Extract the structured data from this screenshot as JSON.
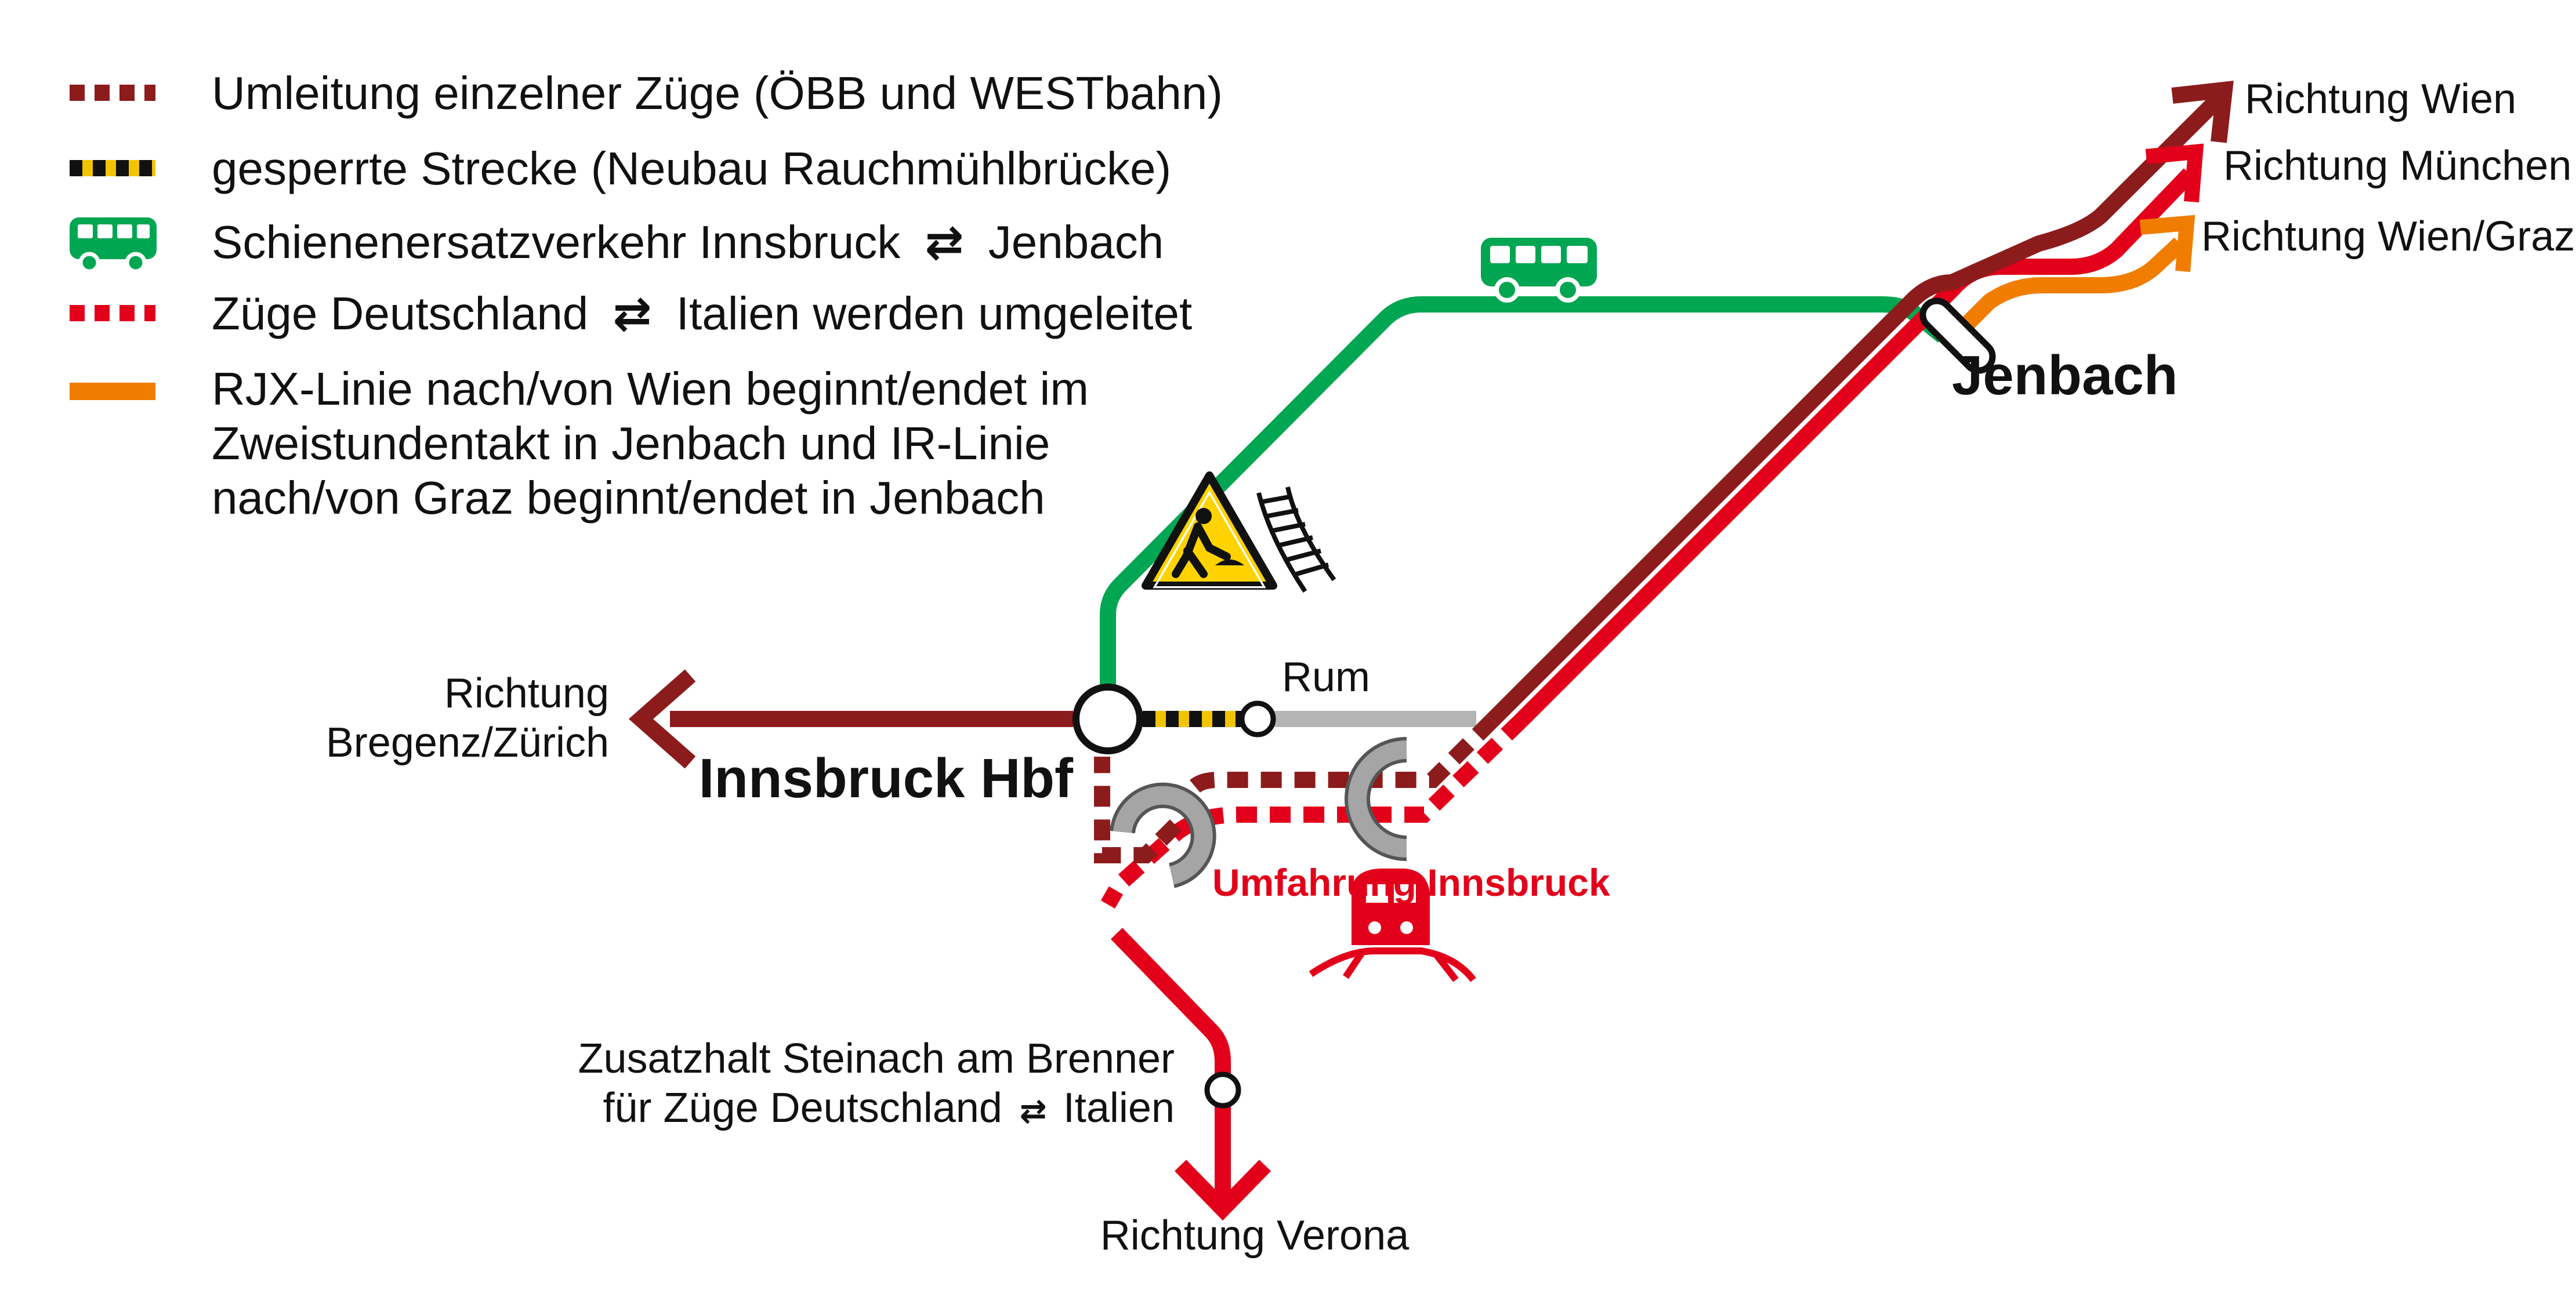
{
  "colors": {
    "oebb_detour": "#8c1c1c",
    "closed_yellow": "#f2c400",
    "closed_black": "#111111",
    "bus": "#00a651",
    "de_it_red": "#e2001a",
    "rjx_orange": "#f07d00",
    "rum_gray": "#b4b4b4",
    "loop_gray": "#a5a5a5",
    "warning_yellow": "#ffd200"
  },
  "legend": [
    {
      "key": "oebb",
      "text": "Umleitung einzelner Züge (ÖBB und WESTbahn)",
      "symbol": "dashed-darkred-line"
    },
    {
      "key": "closed",
      "text": "gesperrte Strecke (Neubau Rauchmühlbrücke)",
      "symbol": "dashed-yellow-black-line"
    },
    {
      "key": "bus",
      "text_before": "Schienenersatzverkehr Innsbruck",
      "text_after": "Jenbach",
      "symbol": "bus-icon"
    },
    {
      "key": "deit",
      "text_before": "Züge Deutschland",
      "text_after": "Italien werden umgeleitet",
      "symbol": "dashed-red-line"
    },
    {
      "key": "rjx",
      "lines": [
        "RJX-Linie nach/von Wien beginnt/endet im",
        "Zweistundentakt in Jenbach und IR-Linie",
        "nach/von Graz beginnt/endet in Jenbach"
      ],
      "symbol": "solid-orange-line"
    }
  ],
  "arrow_glyph": "⇄",
  "places": {
    "innsbruck": "Innsbruck Hbf",
    "jenbach": "Jenbach",
    "rum": "Rum",
    "west_dir_line1": "Richtung",
    "west_dir_line2": "Bregenz/Zürich",
    "wien": "Richtung Wien",
    "muenchen": "Richtung München",
    "wien_graz": "Richtung Wien/Graz",
    "verona": "Richtung Verona",
    "steinach_line1": "Zusatzhalt Steinach am Brenner",
    "steinach_line2_before": "für Züge Deutschland",
    "steinach_line2_after": "Italien",
    "bypass": "Umfahrung Innsbruck"
  },
  "icons": {
    "bus_map": "bus-icon",
    "construction": "construction-warning-icon",
    "tracks": "railway-track-icon",
    "train": "train-icon",
    "loop_left": "loop-arrow-icon",
    "loop_right": "loop-arrow-icon"
  }
}
